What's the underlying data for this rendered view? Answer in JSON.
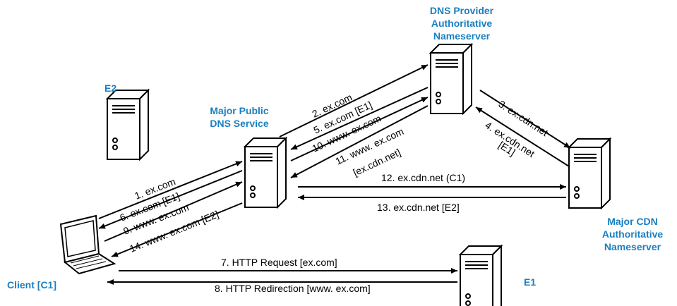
{
  "nodes": {
    "dns_provider": {
      "label_line1": "DNS Provider",
      "label_line2": "Authoritative",
      "label_line3": "Nameserver"
    },
    "public_dns": {
      "label_line1": "Major Public",
      "label_line2": "DNS Service"
    },
    "cdn_ns": {
      "label_line1": "Major CDN",
      "label_line2": "Authoritative",
      "label_line3": "Nameserver"
    },
    "e2": {
      "label": "E2"
    },
    "e1": {
      "label": "E1"
    },
    "client": {
      "label": "Client [C1]"
    }
  },
  "messages": {
    "m1": "1. ex.com",
    "m2": "2. ex.com",
    "m3": "3. ex.cdn.net",
    "m4_line1": "4. ex.cdn.net",
    "m4_line2": "[E1]",
    "m5": "5. ex.com [E1]",
    "m6": "6. ex.com [E1]",
    "m7": "7. HTTP Request [ex.com]",
    "m8": "8. HTTP Redirection [www. ex.com]",
    "m9": "9. www. ex.com",
    "m10": "10. www. ex.com",
    "m11_line1": "11. www. ex.com",
    "m11_line2": "[ex.cdn.net]",
    "m12": "12. ex.cdn.net (C1)",
    "m13": "13. ex.cdn.net [E2]",
    "m14": "14. www. ex.com [E2]"
  },
  "colors": {
    "label_blue": "#1a7fc1",
    "line": "#000000",
    "server_fill": "#ffffff"
  }
}
